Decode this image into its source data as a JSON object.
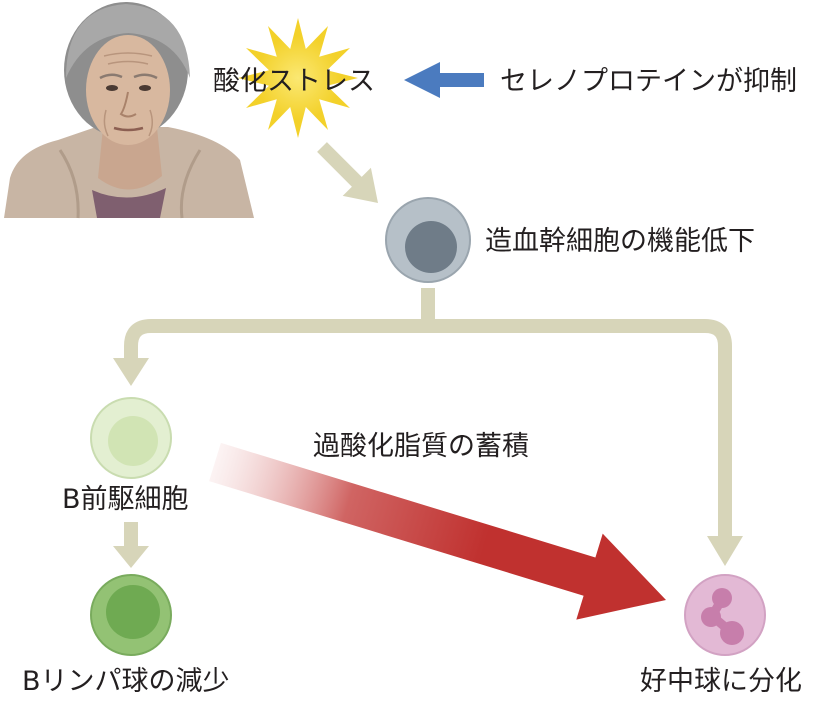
{
  "labels": {
    "oxidative_stress": "酸化ストレス",
    "selenoprotein_inhibit": "セレノプロテインが抑制",
    "hsc_decline": "造血幹細胞の機能低下",
    "lipid_peroxide": "過酸化脂質の蓄積",
    "b_precursor": "B前駆細胞",
    "b_lymphocyte_decrease": "Bリンパ球の減少",
    "neutrophil_differentiation": "好中球に分化"
  },
  "colors": {
    "stress_sun": "#f3d12a",
    "stress_sun_core": "#fbe873",
    "inhibit_arrow": "#4b7bbf",
    "flow_arrow": "#d7d5b9",
    "lipid_arrow": "#c0312f",
    "lipid_arrow_fade": "#f4d6d6",
    "stem_cell_outer": "#b6c0c8",
    "stem_cell_inner": "#6f7c88",
    "b_precursor_outer": "#e3efd1",
    "b_precursor_inner": "#d1e4b4",
    "b_lymphocyte_outer": "#93c274",
    "b_lymphocyte_inner": "#6faa52",
    "neutrophil_outer": "#e3b9d5",
    "neutrophil_nucleus": "#c77eab"
  },
  "icons": {
    "portrait": "elderly-woman-icon",
    "stress": "starburst-icon",
    "stem_cell": "stem-cell-icon",
    "b_precursor": "b-precursor-cell-icon",
    "b_lymphocyte": "b-lymphocyte-cell-icon",
    "neutrophil": "neutrophil-cell-icon"
  }
}
